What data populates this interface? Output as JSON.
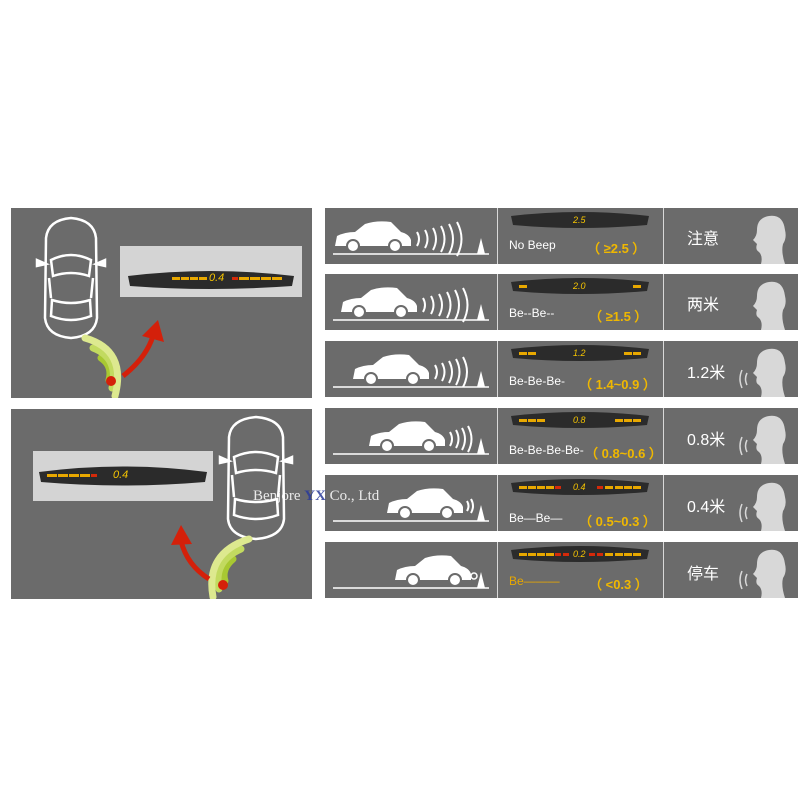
{
  "colors": {
    "panel": "#6b6b6b",
    "lcd_bg": "#2b2b2b",
    "digit": "#f5c400",
    "segment_yellow": "#e8a800",
    "segment_red": "#d42a0a",
    "arrow_red": "#d4200a",
    "wave_green": "#a8c832"
  },
  "rear_panel": {
    "display_value": "0.4"
  },
  "front_panel": {
    "display_value": "0.4"
  },
  "rows": [
    {
      "display": "2.5",
      "beep": "No Beep",
      "range": "（ ≥2.5 ）",
      "label": "注意"
    },
    {
      "display": "2.0",
      "beep": "Be--Be--",
      "range": "（ ≥1.5 ）",
      "label": "两米"
    },
    {
      "display": "1.2",
      "beep": "Be-Be-Be-",
      "range": "（ 1.4~0.9 ）",
      "label": "1.2米"
    },
    {
      "display": "0.8",
      "beep": "Be-Be-Be-Be-",
      "range": "（ 0.8~0.6 ）",
      "label": "0.8米"
    },
    {
      "display": "0.4",
      "beep": "Be—Be—",
      "range": "（ 0.5~0.3 ）",
      "label": "0.4米"
    },
    {
      "display": "0.2",
      "beep": "Be———",
      "range": "（ <0.3 ）",
      "label": "停车"
    }
  ],
  "watermark": {
    "part1": "Benjore ",
    "brand": "YX",
    "part2": " Co., Ltd"
  }
}
